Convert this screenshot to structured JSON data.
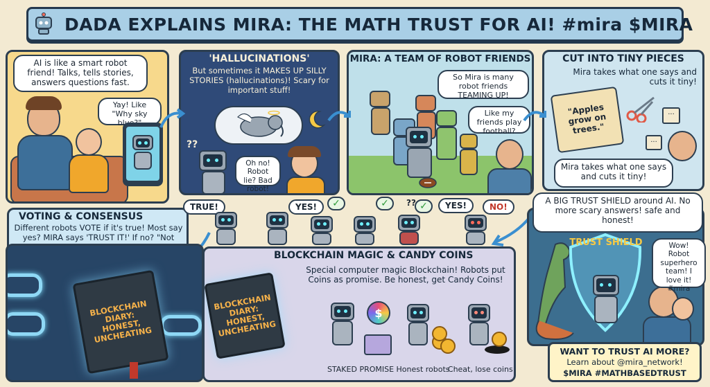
{
  "title": {
    "text": "DADA EXPLAINS  MIRA: THE MATH TRUST FOR AI!  #mira $MIRA"
  },
  "panel1": {
    "bubble_main": "AI is like a smart robot friend! Talks, tells stories, answers questions fast.",
    "bubble_kid": "Yay! Like \"Why sky blue?\""
  },
  "panel2": {
    "title": "'HALLUCINATIONS'",
    "text": "But sometimes it MAKES UP SILLY STORIES (hallucinations)! Scary for important stuff!",
    "bubble_kid": "Oh no! Robot lie? Bad robot!",
    "robot_marks": "??"
  },
  "panel3": {
    "title": "MIRA: A TEAM OF ROBOT FRIENDS",
    "bubble_dad": "So Mira is many robot friends TEAMING UP!",
    "bubble_kid": "Like my friends play football?"
  },
  "panel4": {
    "title": "CUT INTO TINY PIECES",
    "subtitle": "Mira takes what one says and cuts it tiny!",
    "scroll_text": "\"Apples grow on trees.\"",
    "bubble_dad": "Mira takes what one says and cuts it tiny!",
    "cube_text": "..."
  },
  "voting": {
    "title": "VOTING & CONSENSUS",
    "text": "Different robots VOTE if it's true! Most say yes? MIRA says 'TRUST IT!' If no? \"Not sure about this part!\"",
    "tags": [
      "TRUE!",
      "YES!",
      "YES!",
      "NO!"
    ],
    "checks": [
      "✓",
      "✓",
      "✓"
    ],
    "qmarks": "??"
  },
  "blockchain": {
    "title": "BLOCKCHAIN MAGIC & CANDY COINS",
    "text": "Special computer magic Blockchain! Robots put Coins as promise. Be honest, get Candy Coins!",
    "book1_line1": "BLOCKCHAIN DIARY:",
    "book1_line2": "HONEST, UNCHEATING",
    "book2_line1": "BLOCKCHAIN DIARY:",
    "book2_line2": "HONEST, UNCHEATING",
    "captions": [
      "STAKED PROMISE",
      "Honest robots",
      "Cheat, lose coins!"
    ],
    "coin_symbol": "$"
  },
  "shield": {
    "callout": "A BIG TRUST SHIELD around AI. No more scary answers! safe and honest!",
    "shield_label": "TRUST SHIELD",
    "bubble_kid": "Wow! Robot superhero team! I love it! #mira"
  },
  "cta": {
    "line1": "WANT TO TRUST AI MORE?",
    "line2": "Learn about @mira_network!",
    "line3": "$MIRA  #MATHBASEDTRUST"
  },
  "colors": {
    "banner": "#a9cfe6",
    "panel1": "#f7d98c",
    "panel2": "#2f4a78",
    "panel3": "#bfe0ea",
    "panel4": "#cfe5ef",
    "blockchain": "#d9d6ea",
    "shield": "#3c6e8f",
    "ink": "#2c3e50"
  },
  "icons": [
    "robot-icon",
    "elephant-icon",
    "moon-icon",
    "scissors-icon",
    "scroll-icon",
    "shield-icon",
    "book-icon",
    "chain-icon",
    "coin-icon",
    "check-icon",
    "dinosaur-icon",
    "football-icon"
  ]
}
